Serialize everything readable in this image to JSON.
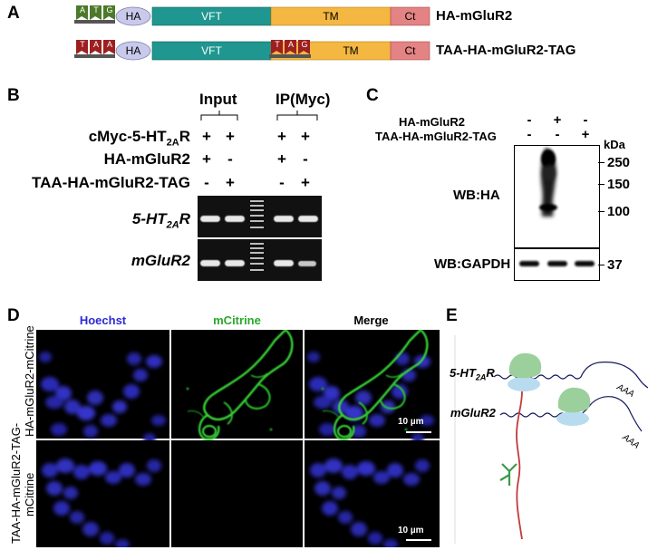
{
  "panels": {
    "a": {
      "letter": "A",
      "constructs": [
        {
          "name": "HA-mGluR2",
          "codon_letters": [
            "A",
            "T",
            "G"
          ],
          "domains": [
            "HA",
            "VFT",
            "TM",
            "Ct"
          ]
        },
        {
          "name": "TAA-HA-mGluR2-TAG",
          "codon_letters": [
            "T",
            "A",
            "A"
          ],
          "inner_codon_letters": [
            "T",
            "A",
            "G"
          ],
          "domains": [
            "HA",
            "VFT",
            "TM",
            "Ct"
          ]
        }
      ],
      "colors": {
        "atg": "#4d7a2a",
        "taa": "#9e1f1f",
        "ha": "#c9c9ec",
        "vft": "#1f968f",
        "tm": "#f3b742",
        "ct": "#e48383"
      }
    },
    "b": {
      "letter": "B",
      "input_label": "Input",
      "ip_label": "IP(Myc)",
      "row_labels": [
        "cMyc-5-HT2AR",
        "HA-mGluR2",
        "TAA-HA-mGluR2-TAG"
      ],
      "row1_main": "cMyc-5-HT",
      "row1_sub": "2A",
      "row1_end": "R",
      "input_signs": [
        [
          "+",
          "+"
        ],
        [
          "+",
          "-"
        ],
        [
          "-",
          "+"
        ]
      ],
      "ip_signs": [
        [
          "+",
          "+"
        ],
        [
          "+",
          "-"
        ],
        [
          "-",
          "+"
        ]
      ],
      "gel1_main": "5-HT",
      "gel1_sub": "2A",
      "gel1_end": "R",
      "gel2_label": "mGluR2"
    },
    "c": {
      "letter": "C",
      "row_labels": [
        "HA-mGluR2",
        "TAA-HA-mGluR2-TAG"
      ],
      "signs": [
        [
          "-",
          "+",
          "-"
        ],
        [
          "-",
          "-",
          "+"
        ]
      ],
      "kda_label": "kDa",
      "markers": [
        "250",
        "150",
        "100"
      ],
      "marker2": "37",
      "blot1_label": "WB:HA",
      "blot2_label": "WB:GAPDH"
    },
    "d": {
      "letter": "D",
      "col_headers": [
        "Hoechst",
        "mCitrine",
        "Merge"
      ],
      "col_colors": [
        "#2a2ad6",
        "#2aa82a",
        "#000000"
      ],
      "row_labels": [
        "HA-mGluR2-mCitrine",
        "TAA-HA-mGluR2-TAG-",
        "mCitrine"
      ],
      "scale_bar": "10 µm"
    },
    "e": {
      "letter": "E",
      "mrna1_main": "5-HT",
      "mrna1_sub": "2A",
      "mrna1_end": "R",
      "mrna2_label": "mGluR2",
      "polya": "AAA"
    }
  }
}
